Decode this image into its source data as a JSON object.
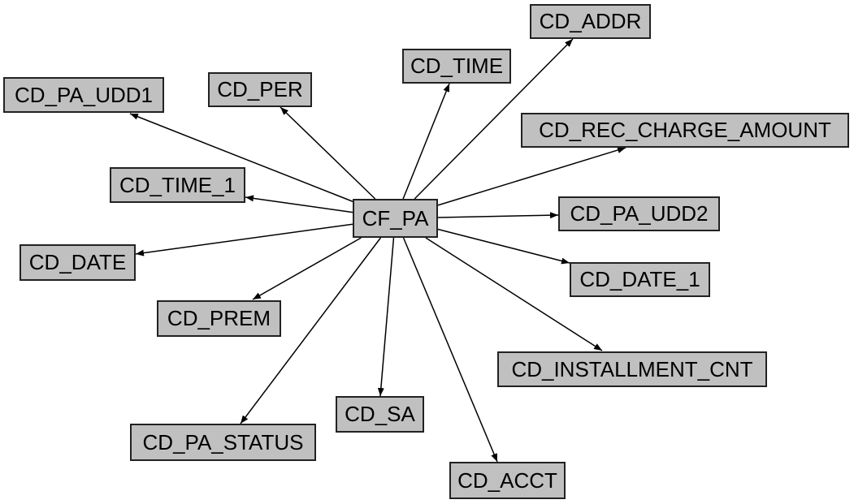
{
  "center": {
    "id": "CF_PA",
    "label": "CF_PA"
  },
  "nodes": [
    {
      "id": "CD_ADDR",
      "label": "CD_ADDR"
    },
    {
      "id": "CD_TIME",
      "label": "CD_TIME"
    },
    {
      "id": "CD_PA_UDD1",
      "label": "CD_PA_UDD1"
    },
    {
      "id": "CD_PER",
      "label": "CD_PER"
    },
    {
      "id": "CD_REC_CHARGE_AMOUNT",
      "label": "CD_REC_CHARGE_AMOUNT"
    },
    {
      "id": "CD_TIME_1",
      "label": "CD_TIME_1"
    },
    {
      "id": "CD_PA_UDD2",
      "label": "CD_PA_UDD2"
    },
    {
      "id": "CD_DATE",
      "label": "CD_DATE"
    },
    {
      "id": "CD_DATE_1",
      "label": "CD_DATE_1"
    },
    {
      "id": "CD_PREM",
      "label": "CD_PREM"
    },
    {
      "id": "CD_INSTALLMENT_CNT",
      "label": "CD_INSTALLMENT_CNT"
    },
    {
      "id": "CD_SA",
      "label": "CD_SA"
    },
    {
      "id": "CD_PA_STATUS",
      "label": "CD_PA_STATUS"
    },
    {
      "id": "CD_ACCT",
      "label": "CD_ACCT"
    }
  ],
  "colors": {
    "node_fill": "#c0c0c0",
    "edge": "#000000"
  }
}
